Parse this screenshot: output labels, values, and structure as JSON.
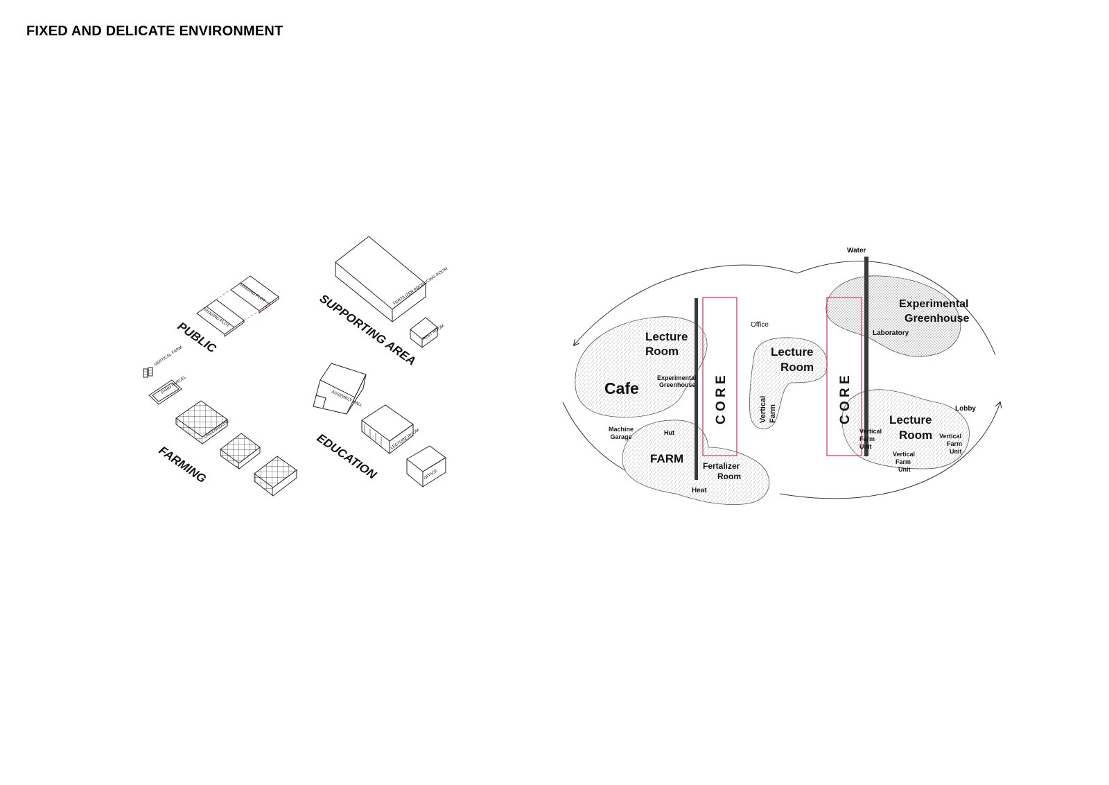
{
  "title": "FIXED AND DELICATE ENVIRONMENT",
  "iso_diagram": {
    "groups": {
      "public": "PUBLIC",
      "supporting": "SUPPORTING AREA",
      "farming": "FARMING",
      "education": "EDUCATION"
    },
    "buildings": {
      "vertical_farm": "VERTICAL FARM",
      "farm_parcel": "FARM PARCEL",
      "greenhouse": "GREENHOUSE",
      "assembly_hall": "ASSEMBLY HALL",
      "lecture_room": "LECTURE ROOM",
      "office": "OFFICE",
      "fertilizer_room": "FERTILIZER PRODUCING ROOM",
      "rest_room": "REST ROOM",
      "hanging_plot_a": "HANGING PLOT",
      "hanging_plot_b": "HANGING PLOT"
    }
  },
  "bubble_diagram": {
    "core_left": "C O R E",
    "core_right": "C O R E",
    "labels": {
      "water": "Water",
      "heat": "Heat",
      "office": "Office",
      "laboratory": "Laboratory",
      "lobby": "Lobby",
      "machine_garage_1": "Machine",
      "machine_garage_2": "Garage",
      "hut": "Hut",
      "cafe": "Cafe",
      "farm": "FARM",
      "lecture_left_1": "Lecture",
      "lecture_left_2": "Room",
      "exp_greenhouse_small_1": "Experimental",
      "exp_greenhouse_small_2": "Greenhouse",
      "lecture_mid_1": "Lecture",
      "lecture_mid_2": "Room",
      "vertical_farm_mid_1": "Vertical",
      "vertical_farm_mid_2": "Farm",
      "fertilizer_1": "Fertalizer",
      "fertilizer_2": "Room",
      "exp_greenhouse_big_1": "Experimental",
      "exp_greenhouse_big_2": "Greenhouse",
      "lecture_right_1": "Lecture",
      "lecture_right_2": "Room",
      "vfu_a_1": "Vertical",
      "vfu_a_2": "Farm",
      "vfu_a_3": "Unit",
      "vfu_b_1": "Vertical",
      "vfu_b_2": "Farm",
      "vfu_b_3": "Unit",
      "vfu_c_1": "Vertical",
      "vfu_c_2": "Farm",
      "vfu_c_3": "Unit"
    },
    "colors": {
      "core": "#d63a78",
      "bar": "#3a3a3a",
      "stipple": "#7a7a7a"
    }
  }
}
